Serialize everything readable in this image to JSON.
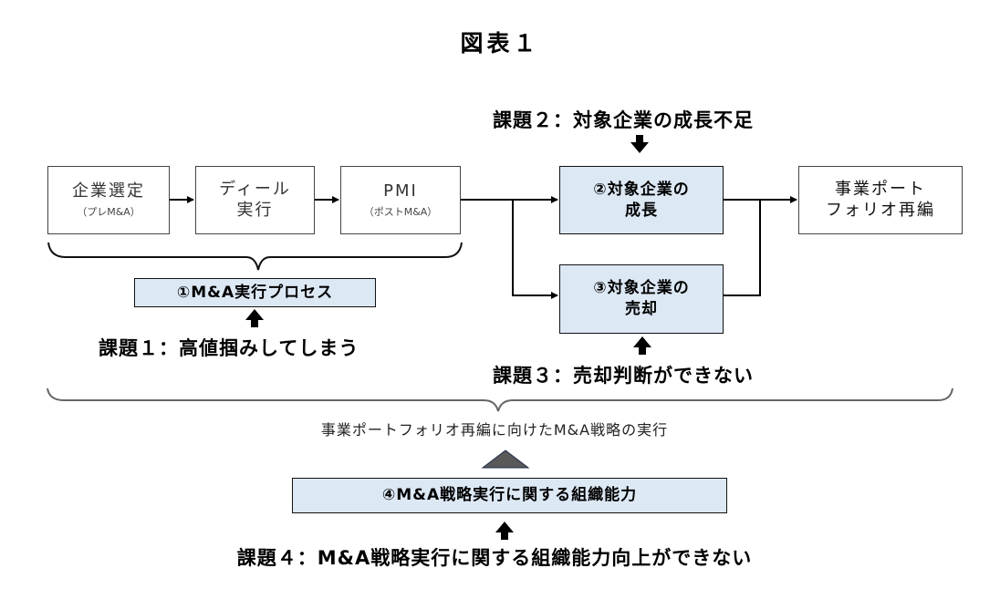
{
  "title": "図表１",
  "process_boxes": [
    {
      "line1": "企業選定",
      "line2": "（プレM&A）"
    },
    {
      "line1": "ディール",
      "line2": "実行"
    },
    {
      "line1": "PMI",
      "line2": "（ポストM&A）"
    }
  ],
  "growth_box": {
    "line1": "②対象企業の",
    "line2": "成長"
  },
  "divest_box": {
    "line1": "③対象企業の",
    "line2": "売却"
  },
  "portfolio_box": {
    "line1": "事業ポート",
    "line2": "フォリオ再編"
  },
  "process_label": "①M&A実行プロセス",
  "issues": {
    "issue1": "課題１：高値掴みしてしまう",
    "issue2": "課題２：対象企業の成長不足",
    "issue3": "課題３：売却判断ができない",
    "issue4": "課題４：M&A戦略実行に関する組織能力向上ができない"
  },
  "strategy_caption": "事業ポートフォリオ再編に向けたM&A戦略の実行",
  "capability_box": "④M&A戦略実行に関する組織能力",
  "colors": {
    "highlight_fill": "#dde8f5",
    "triangle": "#595959",
    "line": "#000000"
  }
}
